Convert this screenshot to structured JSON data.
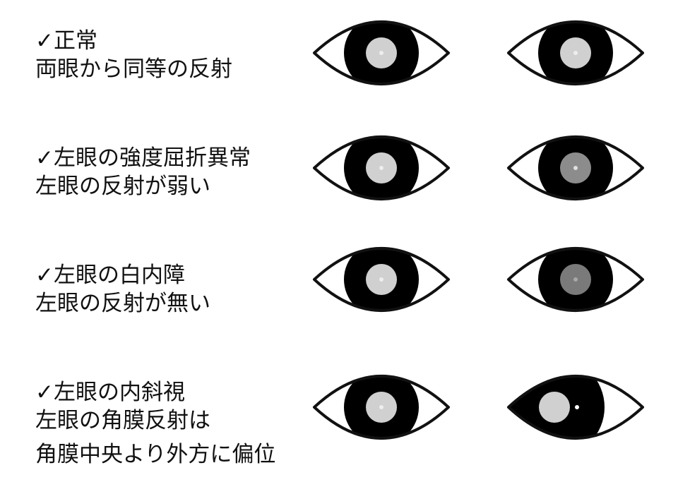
{
  "rows": [
    {
      "lines": [
        "✓正常",
        "両眼から同等の反射"
      ],
      "left_eye": {
        "pupil_gray": "#d0d0d0",
        "glint": "#eeeeee",
        "shift": 0,
        "shape": "normal"
      },
      "right_eye": {
        "pupil_gray": "#d0d0d0",
        "glint": "#eeeeee",
        "shift": 0,
        "shape": "normal"
      }
    },
    {
      "lines": [
        "✓左眼の強度屈折異常",
        "左眼の反射が弱い"
      ],
      "left_eye": {
        "pupil_gray": "#d0d0d0",
        "glint": "#eeeeee",
        "shift": 0,
        "shape": "normal"
      },
      "right_eye": {
        "pupil_gray": "#8c8c8c",
        "glint": "#e0e0e0",
        "shift": 0,
        "shape": "normal"
      }
    },
    {
      "lines": [
        "✓左眼の白内障",
        "左眼の反射が無い"
      ],
      "left_eye": {
        "pupil_gray": "#d0d0d0",
        "glint": "#eeeeee",
        "shift": 0,
        "shape": "normal"
      },
      "right_eye": {
        "pupil_gray": "#7a7a7a",
        "glint": "#a8a8a8",
        "shift": 0,
        "shape": "normal"
      }
    },
    {
      "lines": [
        "✓左眼の内斜視",
        "左眼の角膜反射は",
        "角膜中央より外方に偏位"
      ],
      "left_eye": {
        "pupil_gray": "#d0d0d0",
        "glint": "#eeeeee",
        "shift": 0,
        "shape": "normal"
      },
      "right_eye": {
        "pupil_gray": "#d0d0d0",
        "glint": "#ffffff",
        "shift": -1,
        "shape": "deviated"
      }
    }
  ],
  "colors": {
    "outline": "#111111",
    "iris": "#000000",
    "sclera": "#ffffff"
  }
}
